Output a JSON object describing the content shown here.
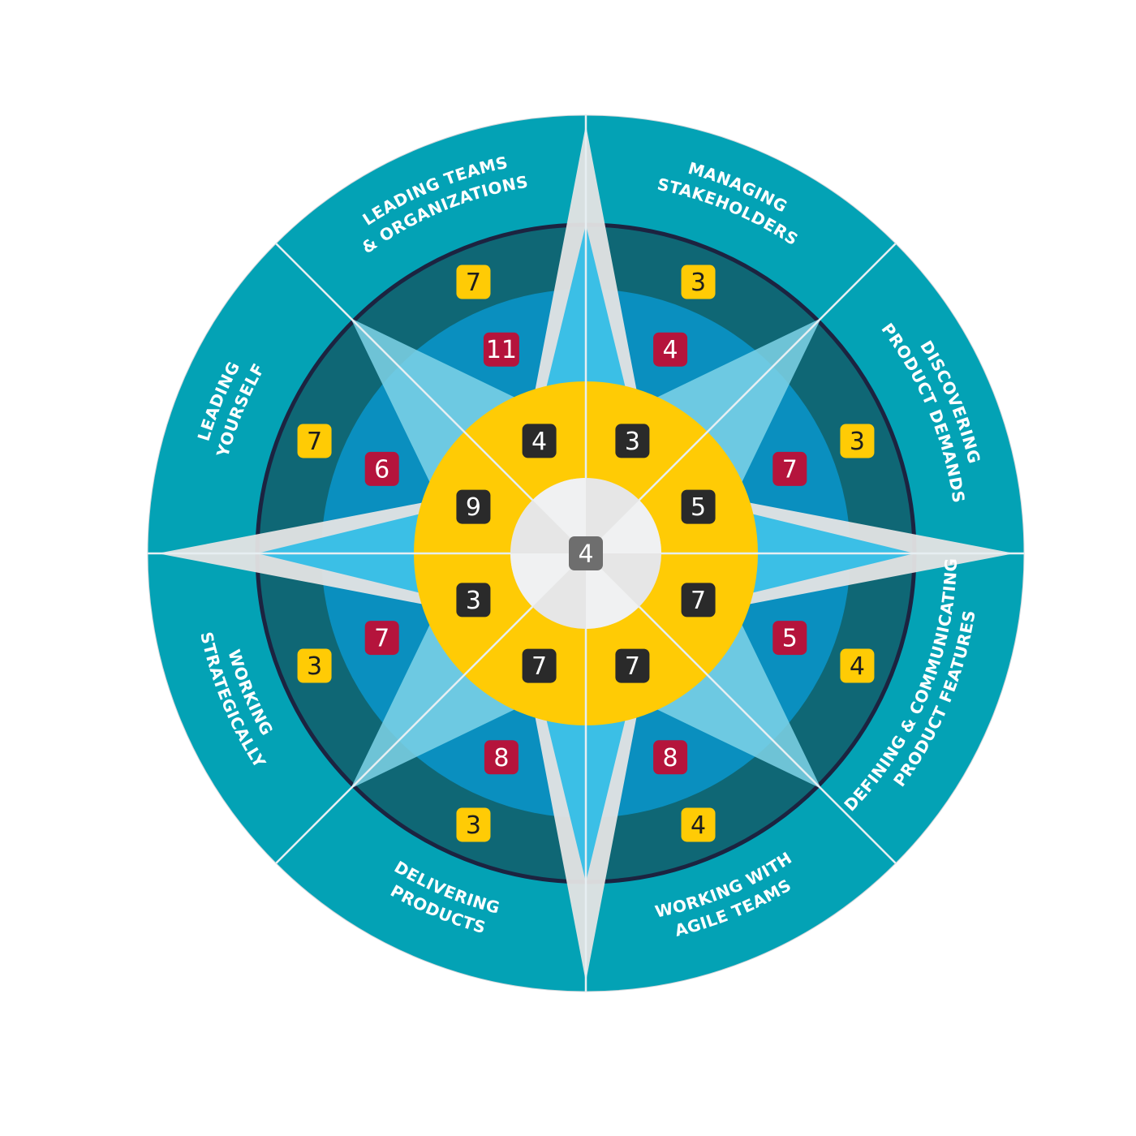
{
  "center": {
    "value": "4",
    "color": "#6e6e6e"
  },
  "colors": {
    "outer_ring": "#03a2b5",
    "ring_dark": "#0f6775",
    "ring_blue": "#0a8fbf",
    "star_fill": "#3bbfe6",
    "inner_ring": "#ffcb05",
    "core": "#e6e6e6",
    "badge_yellow": "#ffcb05",
    "badge_red": "#b5143c",
    "badge_black": "#2a2a2a",
    "outline": "#1c2340"
  },
  "segments": [
    {
      "name": "managing-stakeholders",
      "label_lines": [
        "MANAGING",
        "STAKEHOLDERS"
      ],
      "outer": "3",
      "middle": "4",
      "inner": "3"
    },
    {
      "name": "discovering-product-demands",
      "label_lines": [
        "DISCOVERING",
        "PRODUCT DEMANDS"
      ],
      "outer": "3",
      "middle": "7",
      "inner": "5"
    },
    {
      "name": "defining-communicating-product-features",
      "label_lines": [
        "DEFINING & COMMUNICATING",
        "PRODUCT FEATURES"
      ],
      "outer": "4",
      "middle": "5",
      "inner": "7"
    },
    {
      "name": "working-with-agile-teams",
      "label_lines": [
        "WORKING WITH",
        "AGILE TEAMS"
      ],
      "outer": "4",
      "middle": "8",
      "inner": "7"
    },
    {
      "name": "delivering-products",
      "label_lines": [
        "DELIVERING",
        "PRODUCTS"
      ],
      "outer": "3",
      "middle": "8",
      "inner": "7"
    },
    {
      "name": "working-strategically",
      "label_lines": [
        "WORKING",
        "STRATEGICALLY"
      ],
      "outer": "3",
      "middle": "7",
      "inner": "3"
    },
    {
      "name": "leading-yourself",
      "label_lines": [
        "LEADING",
        "YOURSELF"
      ],
      "outer": "7",
      "middle": "6",
      "inner": "9"
    },
    {
      "name": "leading-teams-organizations",
      "label_lines": [
        "LEADING TEAMS",
        "& ORGANIZATIONS"
      ],
      "outer": "7",
      "middle": "11",
      "inner": "4"
    }
  ]
}
